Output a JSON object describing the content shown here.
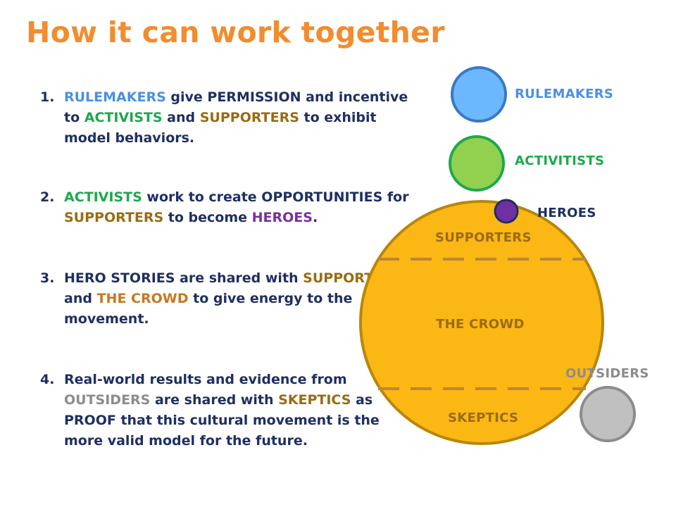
{
  "title": "How it can work together",
  "colors": {
    "title": "#f28c2e",
    "body_text": "#1f2f62",
    "rulemakers": "#4a90e2",
    "activists": "#1ea84c",
    "supporters": "#9a6b12",
    "crowd": "#c8781f",
    "heroes": "#7a2fa0",
    "outsiders": "#8c8c8c",
    "main_circle_fill": "#fbb714",
    "main_circle_stroke": "#b8860b",
    "rulemakers_fill": "#6bb8ff",
    "activists_fill": "#92d050",
    "heroes_fill": "#7030a0",
    "outsiders_fill": "#c0c0c0"
  },
  "steps": [
    {
      "num": "1.",
      "parts": [
        {
          "text": "RULEMAKERS",
          "color": "rulemakers"
        },
        {
          "text": " give PERMISSION and incentive to ",
          "color": null
        },
        {
          "text": "ACTIVISTS",
          "color": "activists"
        },
        {
          "text": " and ",
          "color": null
        },
        {
          "text": "SUPPORTERS",
          "color": "supporters"
        },
        {
          "text": " to exhibit model behaviors.",
          "color": null
        }
      ]
    },
    {
      "num": "2.",
      "parts": [
        {
          "text": "ACTIVISTS",
          "color": "activists"
        },
        {
          "text": " work to create OPPORTUNITIES for ",
          "color": null
        },
        {
          "text": "SUPPORTERS",
          "color": "supporters"
        },
        {
          "text": " to become ",
          "color": null
        },
        {
          "text": "HEROES",
          "color": "heroes"
        },
        {
          "text": ".",
          "color": null
        }
      ]
    },
    {
      "num": "3.",
      "parts": [
        {
          "text": "HERO STORIES are shared with ",
          "color": null
        },
        {
          "text": "SUPPORTERS",
          "color": "supporters"
        },
        {
          "text": " and ",
          "color": null
        },
        {
          "text": "THE CROWD",
          "color": "crowd"
        },
        {
          "text": " to give energy to the movement.",
          "color": null
        }
      ]
    },
    {
      "num": "4.",
      "parts": [
        {
          "text": "Real-world results and evidence from ",
          "color": null
        },
        {
          "text": "OUTSIDERS",
          "color": "outsiders"
        },
        {
          "text": " are shared with ",
          "color": null
        },
        {
          "text": "SKEPTICS",
          "color": "supporters"
        },
        {
          "text": " as PROOF that this cultural movement is the more valid model for the future.",
          "color": null
        }
      ]
    }
  ],
  "diagram": {
    "rulemakers_label": "RULEMAKERS",
    "activists_label": "ACTIVITISTS",
    "heroes_label": "HEROES",
    "supporters_label": "SUPPORTERS",
    "crowd_label": "THE CROWD",
    "skeptics_label": "SKEPTICS",
    "outsiders_label": "OUTSIDERS"
  }
}
